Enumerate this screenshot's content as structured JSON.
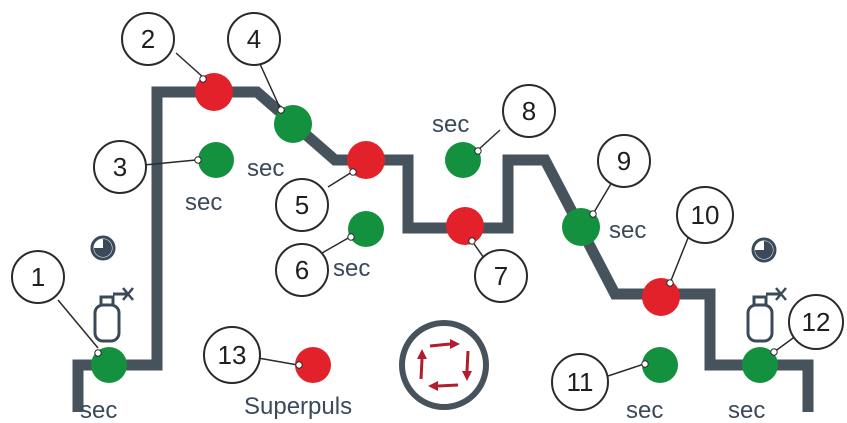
{
  "colors": {
    "track": "#46525c",
    "red_node": "#e3212b",
    "green_node": "#14913e",
    "outline": "#2a2a2a",
    "text": "#3a4a5a",
    "icon_red": "#b01e2d"
  },
  "callouts": [
    {
      "label": "1",
      "color": "green"
    },
    {
      "label": "2",
      "color": "red"
    },
    {
      "label": "3",
      "color": "green"
    },
    {
      "label": "4",
      "color": "green"
    },
    {
      "label": "5",
      "color": "red"
    },
    {
      "label": "6",
      "color": "green"
    },
    {
      "label": "7",
      "color": "red"
    },
    {
      "label": "8",
      "color": "green"
    },
    {
      "label": "9",
      "color": "green"
    },
    {
      "label": "10",
      "color": "red"
    },
    {
      "label": "11",
      "color": "green"
    },
    {
      "label": "12",
      "color": "green"
    },
    {
      "label": "13",
      "color": "red"
    }
  ],
  "labels": {
    "sec": "sec",
    "superpuls": "Superpuls"
  },
  "icons": [
    "clock-icon",
    "gas-cylinder-icon",
    "superpuls-cycle-icon"
  ]
}
